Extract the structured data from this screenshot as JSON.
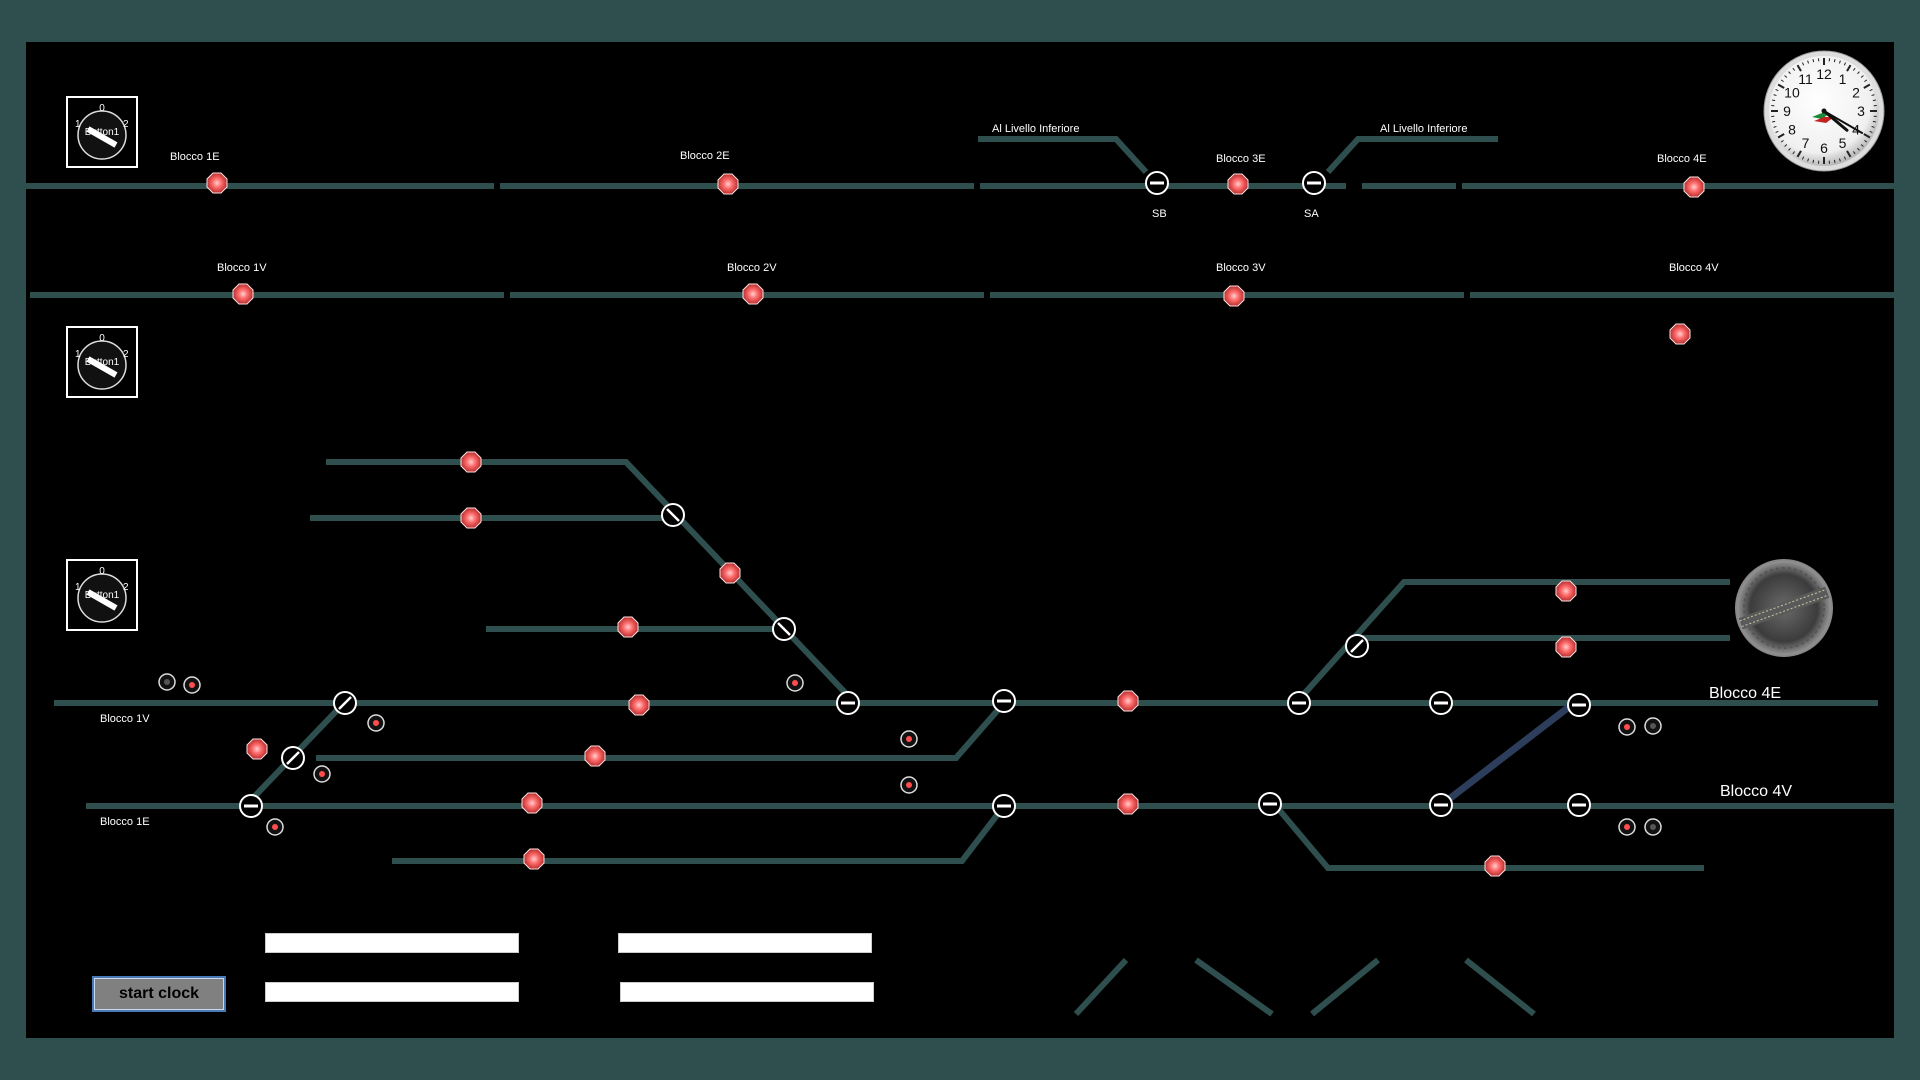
{
  "window": {
    "bg_color": "#2f4f4f",
    "panel_color": "#000000",
    "track_color": "#2f4f4f",
    "signal_color": "#ff6b6b"
  },
  "selectors": [
    {
      "caption": "Button1",
      "positions": [
        "0",
        "1",
        "2"
      ]
    },
    {
      "caption": "Button1",
      "positions": [
        "0",
        "1",
        "2"
      ]
    },
    {
      "caption": "Button1",
      "positions": [
        "0",
        "1",
        "2"
      ]
    }
  ],
  "top_labels": {
    "blocco_1e": "Blocco 1E",
    "blocco_2e": "Blocco 2E",
    "blocco_3e": "Blocco 3E",
    "blocco_4e": "Blocco 4E",
    "blocco_1v": "Blocco 1V",
    "blocco_2v": "Blocco 2V",
    "blocco_3v": "Blocco 3V",
    "blocco_4v": "Blocco 4V",
    "al_livello_left": "Al Livello Inferiore",
    "al_livello_right": "Al Livello Inferiore",
    "sb": "SB",
    "sa": "SA"
  },
  "station_labels": {
    "blocco_1v": "Blocco 1V",
    "blocco_1e": "Blocco 1E",
    "blocco_4e": "Blocco 4E",
    "blocco_4v": "Blocco 4V"
  },
  "clock": {
    "numerals": [
      "12",
      "1",
      "2",
      "3",
      "4",
      "5",
      "6",
      "7",
      "8",
      "9",
      "10",
      "11"
    ],
    "hour": 4,
    "minute": 20,
    "logo_icon": "railway-logo-icon"
  },
  "turntable": {
    "icon": "turntable-icon"
  },
  "controls": {
    "start_clock_label": "start clock",
    "field1_value": "",
    "field2_value": "",
    "field3_value": "",
    "field4_value": ""
  }
}
